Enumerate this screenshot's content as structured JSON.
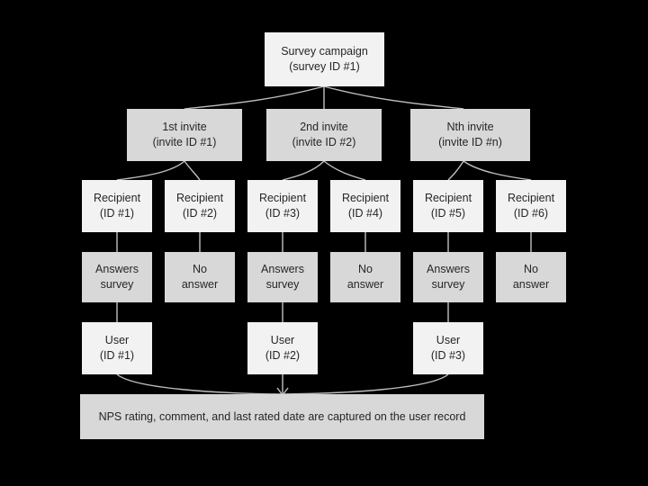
{
  "page": {
    "background_color": "#000000",
    "box_fill_light": "#f2f2f2",
    "box_fill_dark": "#d8d8d8",
    "connector_color": "#bfbfbf",
    "text_color": "#262626"
  },
  "diagram": {
    "type": "flowchart",
    "title_node": {
      "name": "survey-campaign",
      "line1": "Survey campaign",
      "line2": "(survey ID #1)",
      "fill": "light"
    },
    "invites": [
      {
        "name": "invite-1",
        "line1": "1st invite",
        "line2": "(invite ID #1)",
        "fill": "dark"
      },
      {
        "name": "invite-2",
        "line1": "2nd invite",
        "line2": "(invite ID #2)",
        "fill": "dark"
      },
      {
        "name": "invite-n",
        "line1": "Nth invite",
        "line2": "(invite ID #n)",
        "fill": "dark"
      }
    ],
    "recipients": [
      {
        "name": "recipient-1",
        "line1": "Recipient",
        "line2": "(ID #1)",
        "fill": "light"
      },
      {
        "name": "recipient-2",
        "line1": "Recipient",
        "line2": "(ID #2)",
        "fill": "light"
      },
      {
        "name": "recipient-3",
        "line1": "Recipient",
        "line2": "(ID #3)",
        "fill": "light"
      },
      {
        "name": "recipient-4",
        "line1": "Recipient",
        "line2": "(ID #4)",
        "fill": "light"
      },
      {
        "name": "recipient-5",
        "line1": "Recipient",
        "line2": "(ID #5)",
        "fill": "light"
      },
      {
        "name": "recipient-6",
        "line1": "Recipient",
        "line2": "(ID #6)",
        "fill": "light"
      }
    ],
    "outcomes": [
      {
        "name": "outcome-1",
        "line1": "Answers",
        "line2": "survey",
        "fill": "dark"
      },
      {
        "name": "outcome-2",
        "line1": "No",
        "line2": "answer",
        "fill": "dark"
      },
      {
        "name": "outcome-3",
        "line1": "Answers",
        "line2": "survey",
        "fill": "dark"
      },
      {
        "name": "outcome-4",
        "line1": "No",
        "line2": "answer",
        "fill": "dark"
      },
      {
        "name": "outcome-5",
        "line1": "Answers",
        "line2": "survey",
        "fill": "dark"
      },
      {
        "name": "outcome-6",
        "line1": "No",
        "line2": "answer",
        "fill": "dark"
      }
    ],
    "users": [
      {
        "name": "user-1",
        "line1": "User",
        "line2": "(ID #1)",
        "fill": "light"
      },
      {
        "name": "user-2",
        "line1": "User",
        "line2": "(ID #2)",
        "fill": "light"
      },
      {
        "name": "user-3",
        "line1": "User",
        "line2": "(ID #3)",
        "fill": "light"
      }
    ],
    "footer_note": {
      "name": "user-record-note",
      "text": "NPS rating, comment, and last rated date are captured on the user record",
      "fill": "dark"
    }
  }
}
